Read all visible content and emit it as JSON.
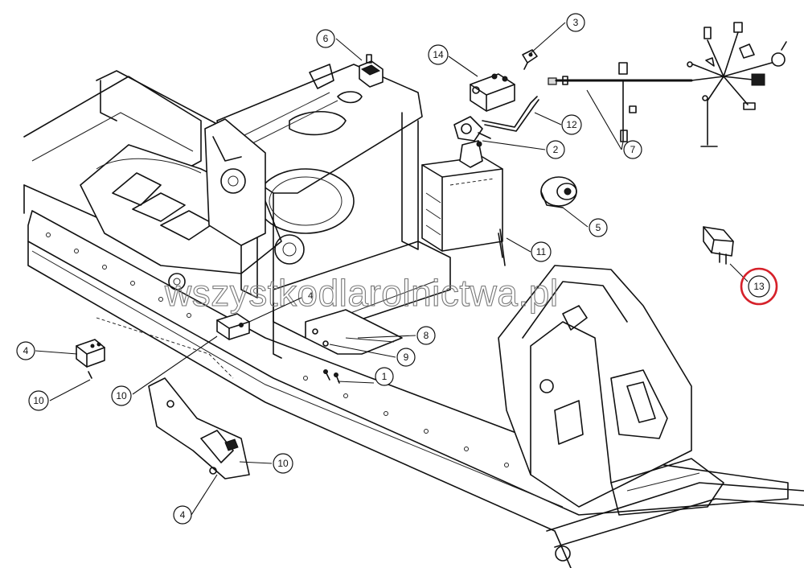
{
  "watermark": "wszystkodlarolnictwa.pl",
  "highlight_color": "#d6212a",
  "callouts": [
    {
      "id": "c1",
      "label": "1"
    },
    {
      "id": "c2",
      "label": "2"
    },
    {
      "id": "c3",
      "label": "3"
    },
    {
      "id": "c4a",
      "label": "4"
    },
    {
      "id": "c4b",
      "label": "4"
    },
    {
      "id": "c4c",
      "label": "4"
    },
    {
      "id": "c5",
      "label": "5"
    },
    {
      "id": "c6",
      "label": "6"
    },
    {
      "id": "c7",
      "label": "7"
    },
    {
      "id": "c8",
      "label": "8"
    },
    {
      "id": "c9",
      "label": "9"
    },
    {
      "id": "c10a",
      "label": "10"
    },
    {
      "id": "c10b",
      "label": "10"
    },
    {
      "id": "c10c",
      "label": "10"
    },
    {
      "id": "c11",
      "label": "11"
    },
    {
      "id": "c12",
      "label": "12"
    },
    {
      "id": "c13",
      "label": "13",
      "highlighted": true
    },
    {
      "id": "c14",
      "label": "14"
    }
  ]
}
